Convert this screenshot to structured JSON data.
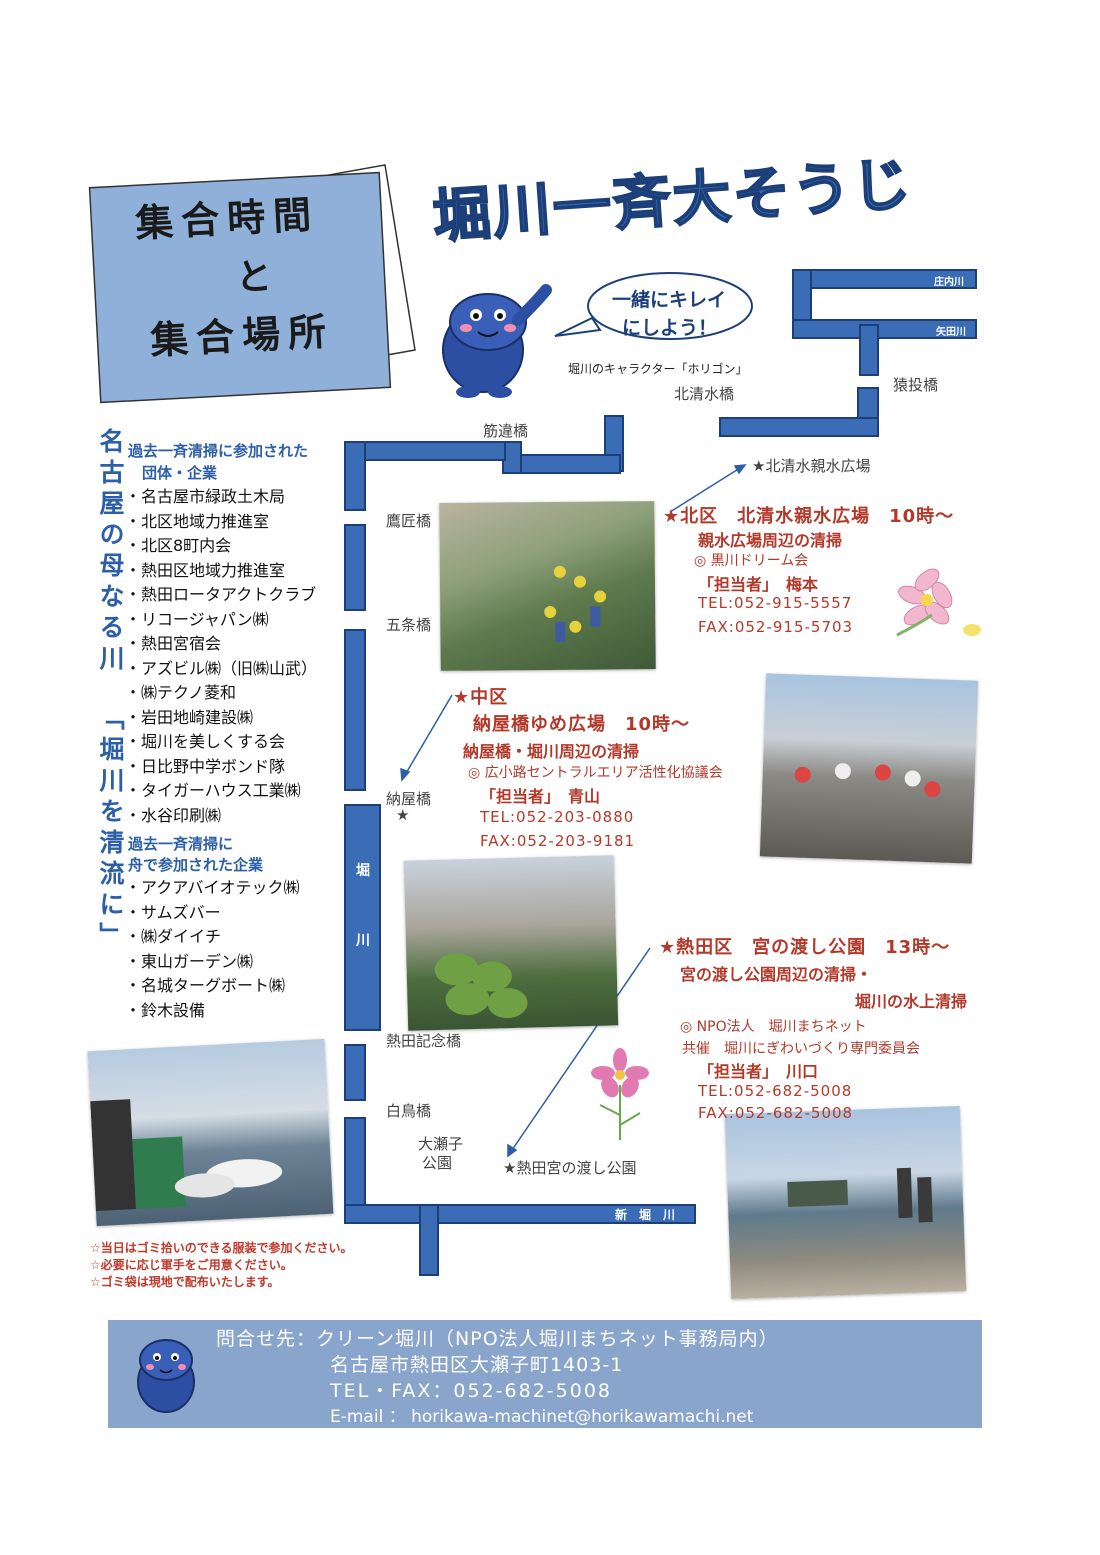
{
  "title": "堀川一斉大そうじ",
  "subtitle": {
    "line1": "集合時間",
    "line2": "と",
    "line3": "集合場所"
  },
  "speech": {
    "line1": "一緒にキレイ",
    "line2": "にしよう！"
  },
  "character_caption": "堀川のキャラクター「ホリゴン」",
  "vertical_slogan": {
    "col1": "名古屋の母なる川",
    "col2": "「堀川を清流に」"
  },
  "map": {
    "rivers": {
      "shonai": "庄内川",
      "yada": "矢田川",
      "horikawa1": "堀",
      "horikawa2": "川",
      "shinhorikawa": "新　堀　川"
    },
    "bridges": {
      "saruage": "猿投橋",
      "kitashimizu": "北清水橋",
      "sujikai": "筋違橋",
      "takumi": "鷹匠橋",
      "gojo": "五条橋",
      "naya": "納屋橋",
      "naya_star": "★",
      "atsuta_kinen": "熱田記念橋",
      "shiratori": "白鳥橋",
      "oseko_line1": "大瀬子",
      "oseko_line2": "公園"
    },
    "markers": {
      "kitashimizu_park": "★北清水親水広場",
      "miya_park": "★熱田宮の渡し公園"
    }
  },
  "past_participants": {
    "heading_line1": "過去一斉清掃に参加された",
    "heading_line2": "団体・企業",
    "items": [
      "・名古屋市緑政土木局",
      "・北区地域力推進室",
      "・北区8町内会",
      "・熱田区地域力推進室",
      "・熱田ロータアクトクラブ",
      "・リコージャパン㈱",
      "・熱田宮宿会",
      "・アズビル㈱（旧㈱山武）",
      "・㈱テクノ菱和",
      "・岩田地崎建設㈱",
      "・堀川を美しくする会",
      "・日比野中学ボンド隊",
      "・タイガーハウス工業㈱",
      "・水谷印刷㈱"
    ]
  },
  "boat_participants": {
    "heading_line1": "過去一斉清掃に",
    "heading_line2": "舟で参加された企業",
    "items": [
      "・アクアバイオテック㈱",
      "・サムズバー",
      "・㈱ダイイチ",
      "・東山ガーデン㈱",
      "・名城ターグボート㈱",
      "・鈴木設備"
    ]
  },
  "kita": {
    "title": "★北区　北清水親水広場　10時～",
    "area": "親水広場周辺の清掃",
    "org": "◎ 黒川ドリーム会",
    "contact": "「担当者」　梅本",
    "tel": "TEL:052-915-5557",
    "fax": "FAX:052-915-5703"
  },
  "naka": {
    "ward": "★中区",
    "title": "納屋橋ゆめ広場　10時～",
    "area": "納屋橋・堀川周辺の清掃",
    "org": "◎ 広小路セントラルエリア活性化協議会",
    "contact": "「担当者」　青山",
    "tel": "TEL:052-203-0880",
    "fax": "FAX:052-203-9181"
  },
  "atsuta": {
    "title": "★熱田区　宮の渡し公園　13時～",
    "area1": "宮の渡し公園周辺の清掃・",
    "area2": "堀川の水上清掃",
    "org": "◎ NPO法人　堀川まちネット",
    "cohost": "共催　堀川にぎわいづくり専門委員会",
    "contact": "「担当者」　川口",
    "tel": "TEL:052-682-5008",
    "fax": "FAX:052-682-5008"
  },
  "notes": [
    "☆当日はゴミ拾いのできる服装で参加ください。",
    "☆必要に応じ軍手をご用意ください。",
    "☆ゴミ袋は現地で配布いたします。"
  ],
  "footer": {
    "contact": "問合せ先：クリーン堀川（NPO法人堀川まちネット事務局内）",
    "address": "名古屋市熱田区大瀬子町1403-1",
    "telfax": "TEL・FAX：052-682-5008",
    "email": "E-mail ： horikawa-machinet@horikawamachi.net"
  },
  "colors": {
    "river": "#3a6db5",
    "river_edge": "#1c3f7a",
    "accent_red": "#b33a2a",
    "footer_bg": "#8aa5cc",
    "card_bg": "#8fb0d9"
  }
}
